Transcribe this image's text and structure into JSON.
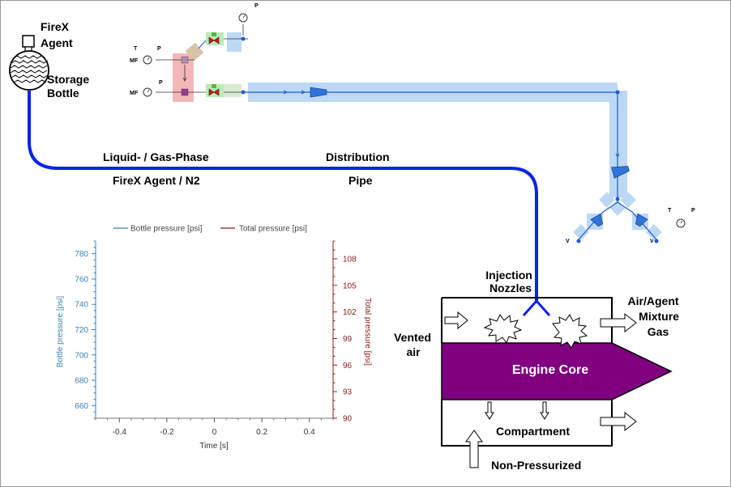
{
  "labels": {
    "agent": "FireX\nAgent",
    "storage": "Storage\nBottle",
    "pipe_phase": "Liquid- / Gas-Phase",
    "pipe_agent": "FireX Agent / N2",
    "distribution": "Distribution",
    "pipe": "Pipe",
    "injection": "Injection\nNozzles",
    "air_agent": "Air/Agent\nMixture\nGas",
    "vented_air": "Vented\nair",
    "engine_core": "Engine Core",
    "compartment": "Compartment",
    "non_pressurized": "Non-Pressurized",
    "tag_T": "T",
    "tag_P": "P",
    "tag_MF": "MF",
    "tag_V": "V"
  },
  "colors": {
    "pipe_blue": "#0a24e6",
    "highlight_blue": "#bcd8f4",
    "core_purple": "#800080",
    "axis_left": "#3a7fb5",
    "axis_right": "#8b1a1a",
    "pink_block": "#f3b7b7"
  },
  "chart_data": {
    "type": "line",
    "title": "",
    "xlabel": "Time [s]",
    "ylabel": "Bottle pressure [psi]",
    "y2label": "Total pressure [psi]",
    "xlim": [
      -0.5,
      0.5
    ],
    "ylim": [
      650,
      790
    ],
    "y2lim": [
      90,
      110
    ],
    "x_ticks": [
      -0.4,
      -0.2,
      0,
      0.2,
      0.4
    ],
    "x_tick_labels": [
      "-0.4",
      "-0.2",
      "0",
      "0.2",
      "0.4"
    ],
    "y_ticks": [
      660,
      680,
      700,
      720,
      740,
      760,
      780
    ],
    "y2_ticks": [
      90,
      93,
      96,
      99,
      102,
      105,
      108
    ],
    "legend_position": "top",
    "grid": false,
    "series": [
      {
        "name": "Bottle pressure [psi]",
        "axis": "left",
        "color": "#3a7fb5",
        "values": []
      },
      {
        "name": "Total pressure [psi]",
        "axis": "right",
        "color": "#8b1a1a",
        "values": []
      }
    ]
  }
}
